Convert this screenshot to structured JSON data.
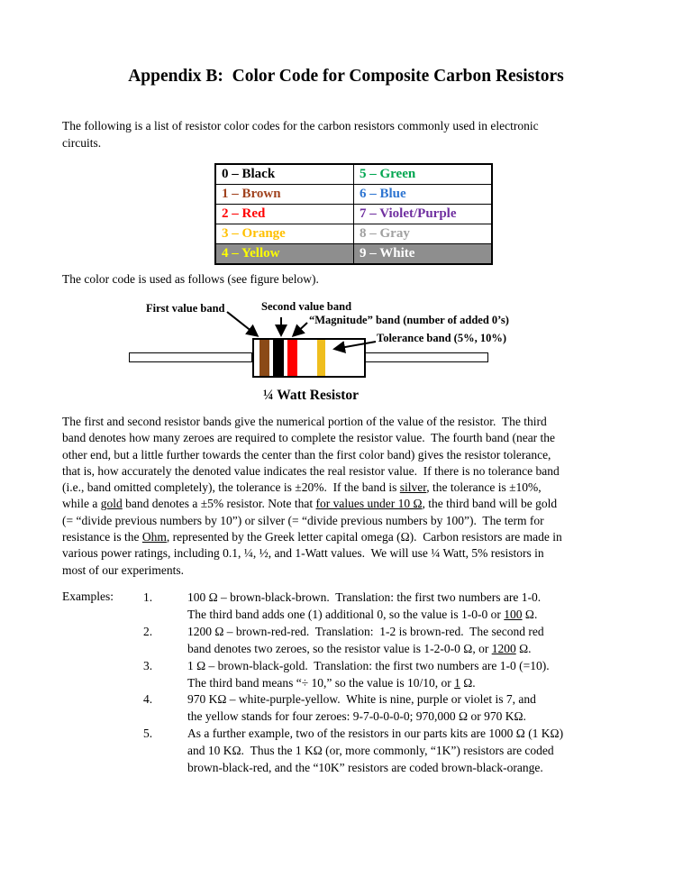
{
  "page": {
    "title": "Appendix B:  Color Code for Composite Carbon Resistors",
    "intro": "The following is a list of resistor color codes for the carbon resistors commonly used in electronic\ncircuits.",
    "figure_intro": "The color code is used as follows (see figure below)."
  },
  "color_table": {
    "rows": [
      {
        "left": {
          "text": "0 – Black",
          "color": "#000000"
        },
        "right": {
          "text": "5 – Green",
          "color": "#00A650"
        },
        "bg": "#FFFFFF"
      },
      {
        "left": {
          "text": "1 – Brown",
          "color": "#A0421E"
        },
        "right": {
          "text": "6 – Blue",
          "color": "#2E75D1"
        },
        "bg": "#FFFFFF"
      },
      {
        "left": {
          "text": "2 – Red",
          "color": "#FF0000"
        },
        "right": {
          "text": "7 – Violet/Purple",
          "color": "#7030A0"
        },
        "bg": "#FFFFFF"
      },
      {
        "left": {
          "text": "3 – Orange",
          "color": "#FFC000"
        },
        "right": {
          "text": "8 – Gray",
          "color": "#A0A0A0"
        },
        "bg": "#FFFFFF"
      },
      {
        "left": {
          "text": "4 – Yellow",
          "color": "#FFFF00"
        },
        "right": {
          "text": "9 – White",
          "color": "#FFFFFF"
        },
        "bg": "#8E8E8E"
      }
    ]
  },
  "figure": {
    "labels": {
      "first": "First value band",
      "second": "Second value band",
      "magnitude": "“Magnitude” band (number of added 0’s)",
      "tolerance": "Tolerance band (5%, 10%)"
    },
    "band_colors": {
      "brown": "#8B4A17",
      "black": "#000000",
      "red": "#FF0000",
      "gold": "#EFBE1E"
    },
    "caption": "¼ Watt Resistor"
  },
  "body_paragraph": {
    "segments": [
      {
        "t": "The first and second resistor bands give the numerical portion of the value of the resistor.  The third"
      },
      {
        "br": true
      },
      {
        "t": "band denotes how many zeroes are required to complete the resistor value.  The fourth band (near the"
      },
      {
        "br": true
      },
      {
        "t": "other end, but a little further towards the center than the first color band) gives the resistor tolerance,"
      },
      {
        "br": true
      },
      {
        "t": "that is, how accurately the denoted value indicates the real resistor value.  If there is no tolerance band"
      },
      {
        "br": true
      },
      {
        "t": "(i.e., band omitted completely), the tolerance is ±20%.  If the band is "
      },
      {
        "t": "silver",
        "u": true
      },
      {
        "t": ", the tolerance is ±10%,"
      },
      {
        "br": true
      },
      {
        "t": "while a "
      },
      {
        "t": "gold",
        "u": true
      },
      {
        "t": " band denotes a ±5% resistor. Note that "
      },
      {
        "t": "for values under 10 Ω",
        "u": true
      },
      {
        "t": ", the third band will be gold"
      },
      {
        "br": true
      },
      {
        "t": "(= “divide previous numbers by 10”) or silver (= “divide previous numbers by 100”).  The term for"
      },
      {
        "br": true
      },
      {
        "t": "resistance is the "
      },
      {
        "t": "Ohm",
        "u": true
      },
      {
        "t": ", represented by the Greek letter capital omega (Ω).  Carbon resistors are made in"
      },
      {
        "br": true
      },
      {
        "t": "various power ratings, including 0.1, ¼, ½, and 1-Watt values.  We will use ¼ Watt, 5% resistors in"
      },
      {
        "br": true
      },
      {
        "t": "most of our experiments."
      }
    ]
  },
  "examples": {
    "label": "Examples:",
    "items": [
      {
        "number": "1.",
        "segments": [
          {
            "t": "100 Ω – brown-black-brown.  Translation: the first two numbers are 1-0."
          },
          {
            "br": true
          },
          {
            "t": "The third band adds one (1) additional 0, so the value is 1-0-0 or "
          },
          {
            "t": "100",
            "u": true
          },
          {
            "t": " Ω."
          }
        ]
      },
      {
        "number": "2.",
        "segments": [
          {
            "t": "1200 Ω – brown-red-red.  Translation:  1-2 is brown-red.  The second red"
          },
          {
            "br": true
          },
          {
            "t": "band denotes two zeroes, so the resistor value is 1-2-0-0 Ω, or "
          },
          {
            "t": "1200",
            "u": true
          },
          {
            "t": " Ω."
          }
        ]
      },
      {
        "number": "3.",
        "segments": [
          {
            "t": "1 Ω – brown-black-gold.  Translation: the first two numbers are 1-0 (=10)."
          },
          {
            "br": true
          },
          {
            "t": "The third band means “÷ 10,” so the value is 10/10, or "
          },
          {
            "t": "1",
            "u": true
          },
          {
            "t": " Ω."
          }
        ]
      },
      {
        "number": "4.",
        "segments": [
          {
            "t": "970 KΩ – white-purple-yellow.  White is nine, purple or violet is 7, and"
          },
          {
            "br": true
          },
          {
            "t": "the yellow stands for four zeroes: 9-7-0-0-0-0; 970,000 Ω or 970 KΩ."
          }
        ]
      },
      {
        "number": "5.",
        "segments": [
          {
            "t": "As a further example, two of the resistors in our parts kits are 1000 Ω (1 KΩ)"
          },
          {
            "br": true
          },
          {
            "t": "and 10 KΩ.  Thus the 1 KΩ (or, more commonly, “1K”) resistors are coded"
          },
          {
            "br": true
          },
          {
            "t": "brown-black-red, and the “10K” resistors are coded brown-black-orange."
          }
        ]
      }
    ]
  }
}
